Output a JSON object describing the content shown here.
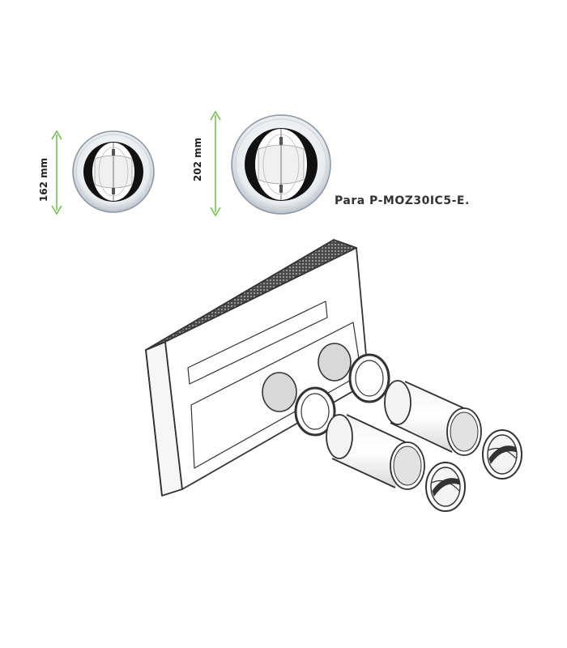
{
  "dimensions": {
    "small": "162 mm",
    "large": "202 mm"
  },
  "caption": "Para P-MOZ30IC5-E.",
  "colors": {
    "dimension_arrow": "#6cc04a",
    "outline": "#333333",
    "grille": "#3a3a3a",
    "damper_blade": "#111111"
  }
}
